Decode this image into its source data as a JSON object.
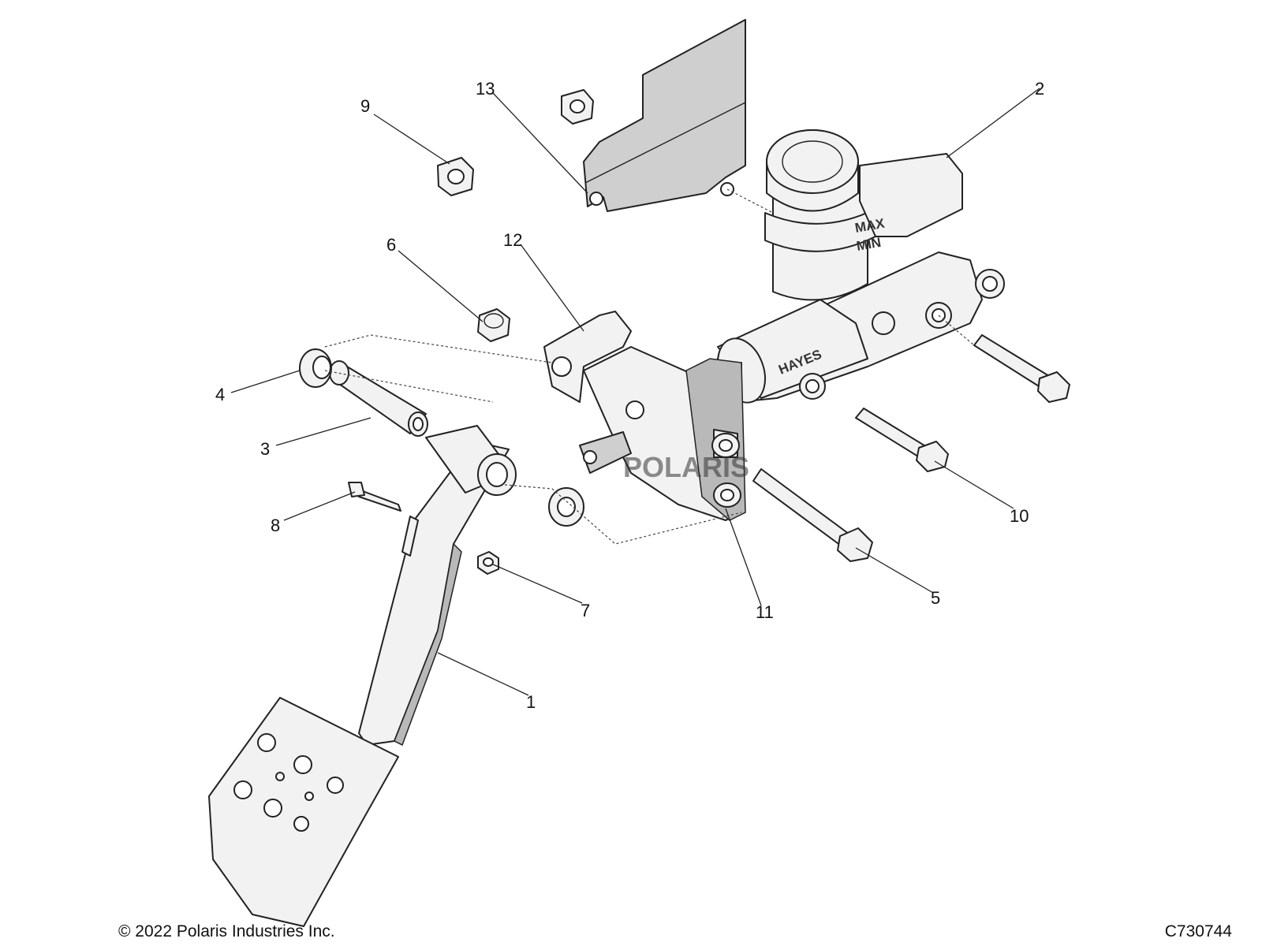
{
  "callouts": [
    {
      "id": "1",
      "part": "brake-pedal"
    },
    {
      "id": "2",
      "part": "master-cylinder"
    },
    {
      "id": "3",
      "part": "pivot-tube"
    },
    {
      "id": "4",
      "part": "bushing"
    },
    {
      "id": "5",
      "part": "pivot-bolt"
    },
    {
      "id": "6",
      "part": "lock-nut"
    },
    {
      "id": "7",
      "part": "nut"
    },
    {
      "id": "8",
      "part": "clevis-bolt"
    },
    {
      "id": "9",
      "part": "flange-nut"
    },
    {
      "id": "10",
      "part": "mounting-bolt"
    },
    {
      "id": "11",
      "part": "bracket-spacer"
    },
    {
      "id": "12",
      "part": "pedal-bracket"
    },
    {
      "id": "13",
      "part": "heat-shield"
    }
  ],
  "reservoir_markings": {
    "max": "MAX",
    "min": "MIN"
  },
  "cylinder_brand": "HAYES",
  "bracket_logo": "POLARIS",
  "footer": {
    "copyright": "© 2022 Polaris Industries Inc.",
    "drawing_number": "C730744"
  },
  "colors": {
    "line": "#222222",
    "part_fill": "#f2f2f2",
    "shade_fill": "#cfcfcf",
    "background": "#ffffff"
  }
}
